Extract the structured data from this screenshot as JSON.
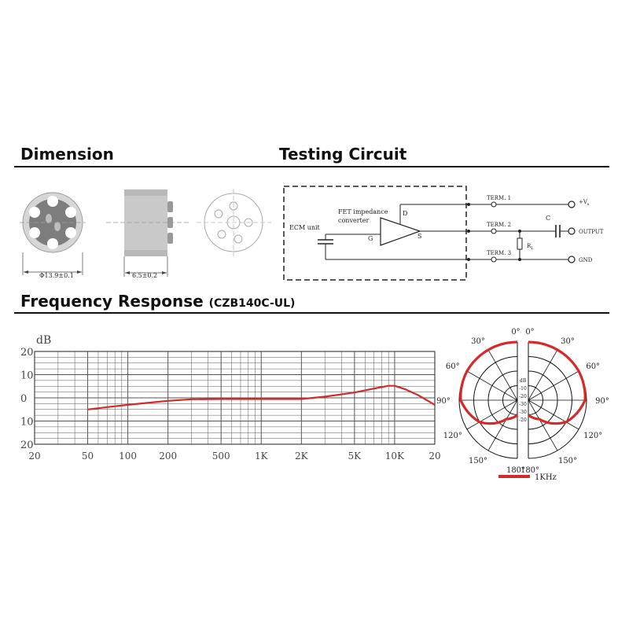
{
  "headings": {
    "dimension": "Dimension",
    "testing_circuit": "Testing Circuit",
    "frequency_response": "Frequency Response",
    "model": "(CZB140C-UL)"
  },
  "dimension": {
    "diameter_label": "Φ13.9±0.1",
    "height_label": "6.5±0.2"
  },
  "circuit": {
    "ecm_unit": "ECM unit",
    "fet_line1": "FET impedance",
    "fet_line2": "converter",
    "pin_d": "D",
    "pin_g": "G",
    "pin_s": "S",
    "term1": "TERM. 1",
    "term2": "TERM. 2",
    "term3": "TERM. 3",
    "cap": "C",
    "resistor": "R",
    "resistor_sub": "L",
    "vs": "+V",
    "vs_sub": "s",
    "output": "OUTPUT",
    "gnd": "GND"
  },
  "chart_data": [
    {
      "type": "line",
      "xscale": "log",
      "xlim": [
        20,
        20000
      ],
      "ylim": [
        -20,
        20
      ],
      "ylabel": "dB",
      "ytick_labels": [
        "20",
        "10",
        "0",
        "10",
        "20"
      ],
      "xtick_labels": [
        "20",
        "50",
        "100",
        "200",
        "500",
        "1K",
        "2K",
        "5K",
        "10K",
        "20"
      ],
      "grid": true,
      "series": [
        {
          "color": "#d42a2a",
          "x": [
            50,
            70,
            100,
            150,
            200,
            300,
            500,
            1000,
            2000,
            3000,
            5000,
            7000,
            9000,
            10000,
            12000,
            15000,
            20000
          ],
          "y": [
            -5,
            -4,
            -3,
            -2,
            -1.3,
            -0.6,
            -0.5,
            -0.5,
            -0.5,
            0.5,
            2.3,
            4,
            5.2,
            5.2,
            3.7,
            1.2,
            -3
          ]
        }
      ]
    },
    {
      "type": "polar",
      "scale_labels": [
        "dB",
        "-10",
        "-20",
        "-30",
        "-30",
        "-20"
      ],
      "angle_labels": [
        "0°",
        "30°",
        "60°",
        "90°",
        "120°",
        "150°",
        "180°"
      ],
      "legend": "1KHz",
      "series": [
        {
          "name": "1KHz",
          "color": "#d42a2a",
          "angles": [
            0,
            30,
            60,
            90,
            120,
            150,
            180
          ],
          "values": [
            0,
            0,
            0,
            -1,
            -10,
            -25,
            -30
          ]
        }
      ]
    }
  ]
}
